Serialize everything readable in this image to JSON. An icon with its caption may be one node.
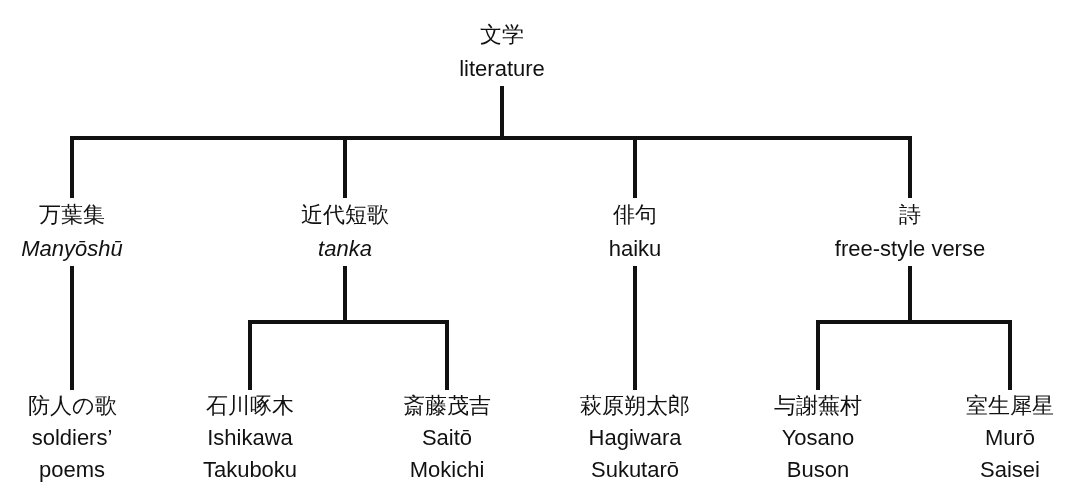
{
  "diagram": {
    "nodes": [
      {
        "text": [
          "文学",
          "literature"
        ]
      },
      {
        "text": [
          "万葉集",
          "Manyōshū"
        ]
      },
      {
        "text": [
          "近代短歌",
          "tanka"
        ]
      },
      {
        "text": [
          "俳句",
          "haiku"
        ]
      },
      {
        "text": [
          "詩",
          "free-style verse"
        ]
      },
      {
        "text": [
          "防人の歌",
          "soldiers’ poems"
        ]
      },
      {
        "text": [
          "石川啄木",
          "Ishikawa Takuboku"
        ]
      },
      {
        "text": [
          "斎藤茂吉",
          "Saitō Mokichi"
        ]
      },
      {
        "text": [
          "萩原朔太郎",
          "Hagiwara Sukutarō"
        ]
      },
      {
        "text": [
          "与謝蕪村",
          "Yosano Buson"
        ]
      },
      {
        "text": [
          "室生犀星",
          "Murō Saisei"
        ]
      }
    ],
    "edges": [
      {
        "from": 0,
        "to": 1,
        "arrow": "none"
      },
      {
        "from": 0,
        "to": 2,
        "arrow": "none"
      },
      {
        "from": 0,
        "to": 3,
        "arrow": "none"
      },
      {
        "from": 0,
        "to": 4,
        "arrow": "none"
      },
      {
        "from": 1,
        "to": 5,
        "arrow": "none"
      },
      {
        "from": 2,
        "to": 6,
        "arrow": "none"
      },
      {
        "from": 2,
        "to": 7,
        "arrow": "none"
      },
      {
        "from": 3,
        "to": 8,
        "arrow": "none"
      },
      {
        "from": 4,
        "to": 9,
        "arrow": "none"
      },
      {
        "from": 4,
        "to": 10,
        "arrow": "none"
      }
    ]
  }
}
